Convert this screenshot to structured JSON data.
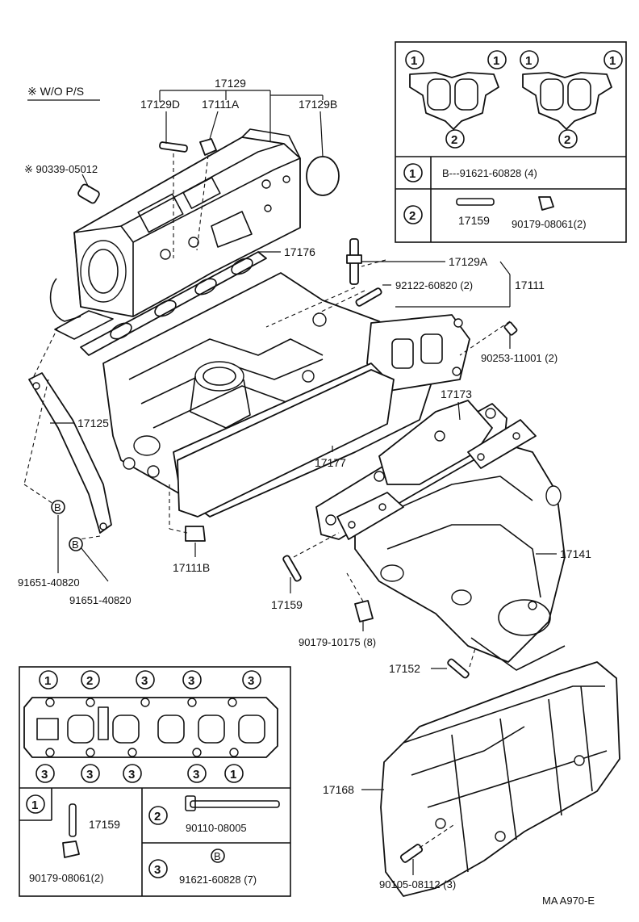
{
  "header": {
    "note": "※ W/O P/S"
  },
  "labels": {
    "l17129": "17129",
    "l17129D": "17129D",
    "l17111A": "17111A",
    "l17129B": "17129B",
    "l90339": "※ 90339-05012",
    "l17176": "17176",
    "l17129A": "17129A",
    "l92122": "92122-60820 (2)",
    "l17111": "17111",
    "l90253": "90253-11001 (2)",
    "l17125": "17125",
    "l17173": "17173",
    "l17177": "17177",
    "l17141": "17141",
    "l17111B": "17111B",
    "l17159": "17159",
    "l90179_10175": "90179-10175 (8)",
    "l17152": "17152",
    "l91651a": "91651-40820",
    "l91651b": "91651-40820",
    "l17168": "17168",
    "l90105": "90105-08112 (3)"
  },
  "top_box": {
    "row1_num": "1",
    "row1_text": "B---91621-60828 (4)",
    "row2_num": "2",
    "row2_part": "17159",
    "row2_nut": "90179-08061(2)",
    "gasket_callouts": [
      "1",
      "1",
      "2",
      "1",
      "1",
      "2"
    ]
  },
  "bottom_box": {
    "gasket_top": [
      "1",
      "2",
      "3",
      "3",
      "3"
    ],
    "gasket_bottom": [
      "3",
      "3",
      "3",
      "3",
      "1"
    ],
    "cell1_num": "1",
    "cell1_part": "17159",
    "cell1_nut": "90179-08061(2)",
    "cell2_num": "2",
    "cell2_part": "90110-08005",
    "cell3_num": "3",
    "cell3_part": "91621-60828 (7)"
  },
  "bolt_marker": "B",
  "footer": {
    "code": "MA A970-E"
  }
}
